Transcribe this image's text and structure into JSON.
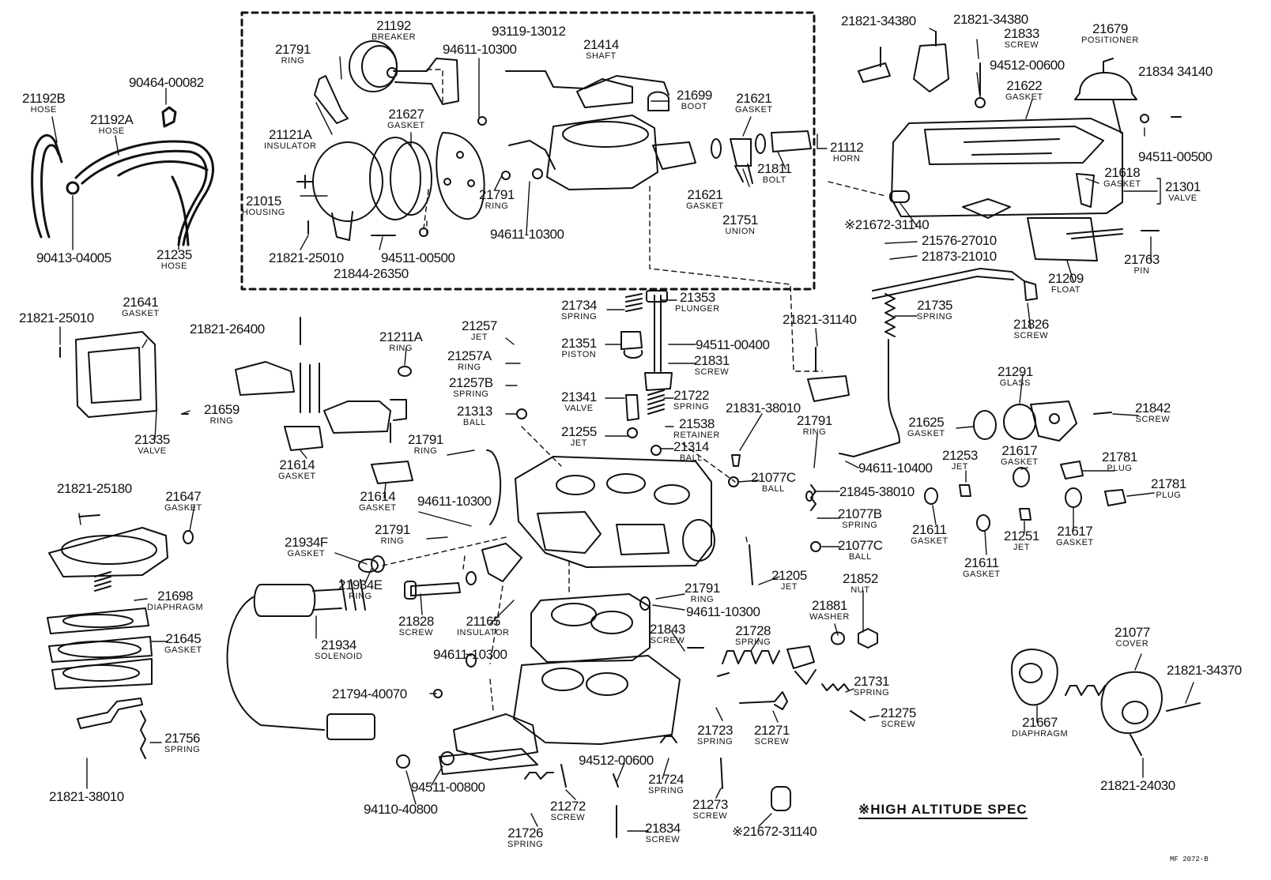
{
  "callouts": [
    {
      "id": "21192B",
      "name": "HOSE"
    },
    {
      "id": "21192A",
      "name": "HOSE"
    },
    {
      "id": "90464-00082",
      "name": ""
    },
    {
      "id": "90413-04005",
      "name": ""
    },
    {
      "id": "21235",
      "name": "HOSE"
    },
    {
      "id": "21192",
      "name": "BREAKER"
    },
    {
      "id": "21791",
      "name": "RING"
    },
    {
      "id": "94611-10300",
      "name": ""
    },
    {
      "id": "93119-13012",
      "name": ""
    },
    {
      "id": "21414",
      "name": "SHAFT"
    },
    {
      "id": "21121A",
      "name": "INSULATOR"
    },
    {
      "id": "21627",
      "name": "GASKET"
    },
    {
      "id": "21699",
      "name": "BOOT"
    },
    {
      "id": "21621",
      "name": "GASKET"
    },
    {
      "id": "21811",
      "name": "BOLT"
    },
    {
      "id": "21112",
      "name": "HORN"
    },
    {
      "id": "21015",
      "name": "HOUSING"
    },
    {
      "id": "21791",
      "name": "RING"
    },
    {
      "id": "21621",
      "name": "GASKET"
    },
    {
      "id": "21751",
      "name": "UNION"
    },
    {
      "id": "94611-10300",
      "name": ""
    },
    {
      "id": "21821-25010",
      "name": ""
    },
    {
      "id": "94511-00500",
      "name": ""
    },
    {
      "id": "21844-26350",
      "name": ""
    },
    {
      "id": "21821-34380",
      "name": ""
    },
    {
      "id": "21821-34380",
      "name": ""
    },
    {
      "id": "21833",
      "name": "SCREW"
    },
    {
      "id": "21679",
      "name": "POSITIONER"
    },
    {
      "id": "94512-00600",
      "name": ""
    },
    {
      "id": "21622",
      "name": "GASKET"
    },
    {
      "id": "21834 34140",
      "name": ""
    },
    {
      "id": "94511-00500",
      "name": ""
    },
    {
      "id": "21618",
      "name": "GASKET"
    },
    {
      "id": "21301",
      "name": "VALVE"
    },
    {
      "id": "※21672-31140",
      "name": ""
    },
    {
      "id": "21576-27010",
      "name": ""
    },
    {
      "id": "21873-21010",
      "name": ""
    },
    {
      "id": "21763",
      "name": "PIN"
    },
    {
      "id": "21209",
      "name": "FLOAT"
    },
    {
      "id": "21821-25010",
      "name": ""
    },
    {
      "id": "21641",
      "name": "GASKET"
    },
    {
      "id": "21821-26400",
      "name": ""
    },
    {
      "id": "21659",
      "name": "RING"
    },
    {
      "id": "21335",
      "name": "VALVE"
    },
    {
      "id": "21614",
      "name": "GASKET"
    },
    {
      "id": "21614",
      "name": "GASKET"
    },
    {
      "id": "21211A",
      "name": "RING"
    },
    {
      "id": "21257",
      "name": "JET"
    },
    {
      "id": "21257A",
      "name": "RING"
    },
    {
      "id": "21257B",
      "name": "SPRING"
    },
    {
      "id": "21313",
      "name": "BALL"
    },
    {
      "id": "21734",
      "name": "SPRING"
    },
    {
      "id": "21353",
      "name": "PLUNGER"
    },
    {
      "id": "21351",
      "name": "PISTON"
    },
    {
      "id": "94511-00400",
      "name": ""
    },
    {
      "id": "21831",
      "name": "SCREW"
    },
    {
      "id": "21341",
      "name": "VALVE"
    },
    {
      "id": "21722",
      "name": "SPRING"
    },
    {
      "id": "21255",
      "name": "JET"
    },
    {
      "id": "21538",
      "name": "RETAINER"
    },
    {
      "id": "21314",
      "name": "BALL"
    },
    {
      "id": "21821-31140",
      "name": ""
    },
    {
      "id": "21735",
      "name": "SPRING"
    },
    {
      "id": "21826",
      "name": "SCREW"
    },
    {
      "id": "21831-38010",
      "name": ""
    },
    {
      "id": "21791",
      "name": "RING"
    },
    {
      "id": "21077C",
      "name": "BALL"
    },
    {
      "id": "21845-38010",
      "name": ""
    },
    {
      "id": "21077B",
      "name": "SPRING"
    },
    {
      "id": "21077C",
      "name": "BALL"
    },
    {
      "id": "94611-10400",
      "name": ""
    },
    {
      "id": "21291",
      "name": "GLASS"
    },
    {
      "id": "21625",
      "name": "GASKET"
    },
    {
      "id": "21842",
      "name": "SCREW"
    },
    {
      "id": "21253",
      "name": "JET"
    },
    {
      "id": "21617",
      "name": "GASKET"
    },
    {
      "id": "21781",
      "name": "PLUG"
    },
    {
      "id": "21781",
      "name": "PLUG"
    },
    {
      "id": "21611",
      "name": "GASKET"
    },
    {
      "id": "21251",
      "name": "JET"
    },
    {
      "id": "21617",
      "name": "GASKET"
    },
    {
      "id": "21611",
      "name": "GASKET"
    },
    {
      "id": "21791",
      "name": "RING"
    },
    {
      "id": "94611-10300",
      "name": ""
    },
    {
      "id": "21791",
      "name": "RING"
    },
    {
      "id": "21821-25180",
      "name": ""
    },
    {
      "id": "21647",
      "name": "GASKET"
    },
    {
      "id": "21934F",
      "name": "GASKET"
    },
    {
      "id": "21934E",
      "name": "RING"
    },
    {
      "id": "21934",
      "name": "SOLENOID"
    },
    {
      "id": "21698",
      "name": "DIAPHRAGM"
    },
    {
      "id": "21645",
      "name": "GASKET"
    },
    {
      "id": "21828",
      "name": "SCREW"
    },
    {
      "id": "21165",
      "name": "INSULATOR"
    },
    {
      "id": "21205",
      "name": "JET"
    },
    {
      "id": "21791",
      "name": "RING"
    },
    {
      "id": "94611-10300",
      "name": ""
    },
    {
      "id": "21852",
      "name": "NUT"
    },
    {
      "id": "21881",
      "name": "WASHER"
    },
    {
      "id": "21843",
      "name": "SCREW"
    },
    {
      "id": "21728",
      "name": "SPRING"
    },
    {
      "id": "94611-10300",
      "name": ""
    },
    {
      "id": "21794-40070",
      "name": ""
    },
    {
      "id": "21731",
      "name": "SPRING"
    },
    {
      "id": "21275",
      "name": "SCREW"
    },
    {
      "id": "21723",
      "name": "SPRING"
    },
    {
      "id": "21271",
      "name": "SCREW"
    },
    {
      "id": "21077",
      "name": "COVER"
    },
    {
      "id": "21821-34370",
      "name": ""
    },
    {
      "id": "21667",
      "name": "DIAPHRAGM"
    },
    {
      "id": "21821-24030",
      "name": ""
    },
    {
      "id": "21756",
      "name": "SPRING"
    },
    {
      "id": "21821-38010",
      "name": ""
    },
    {
      "id": "94512-00600",
      "name": ""
    },
    {
      "id": "21724",
      "name": "SPRING"
    },
    {
      "id": "21273",
      "name": "SCREW"
    },
    {
      "id": "94511-00800",
      "name": ""
    },
    {
      "id": "94110-40800",
      "name": ""
    },
    {
      "id": "21272",
      "name": "SCREW"
    },
    {
      "id": "21726",
      "name": "SPRING"
    },
    {
      "id": "21834",
      "name": "SCREW"
    },
    {
      "id": "※21672-31140",
      "name": ""
    }
  ],
  "footnote": "※HIGH ALTITUDE SPEC",
  "drawing_code": "MF  2072-B"
}
